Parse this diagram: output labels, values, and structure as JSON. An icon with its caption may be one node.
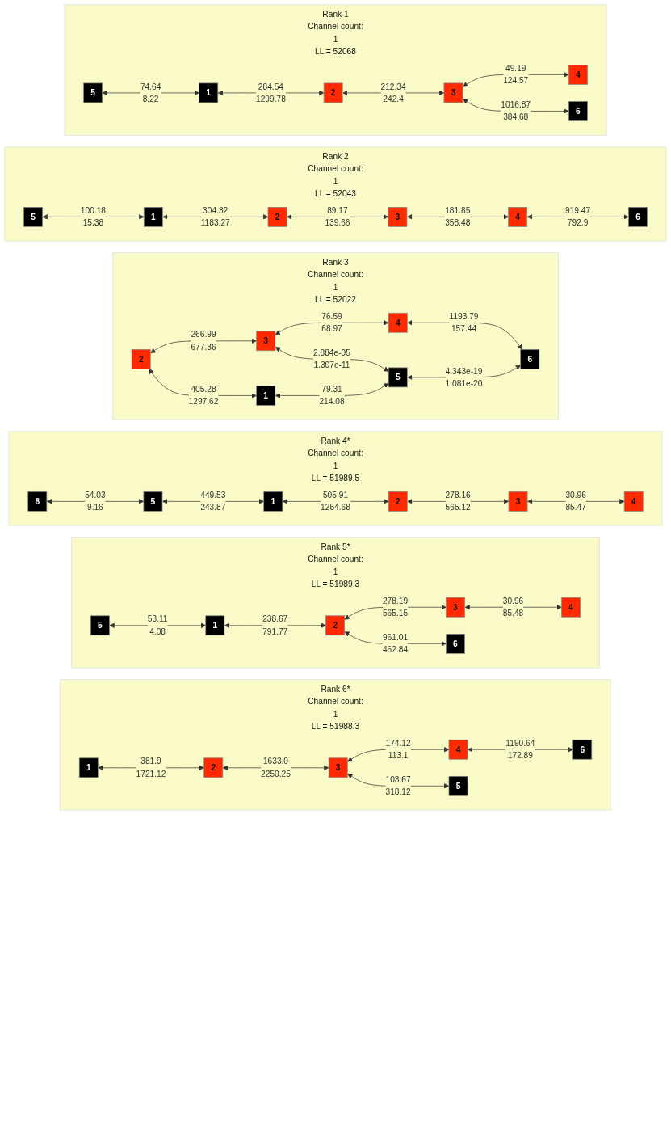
{
  "diagram": {
    "nodes": [
      {
        "text": [
          "Rank 1",
          "Channel count:",
          "1",
          "LL = 52068"
        ]
      },
      {
        "text": [
          "5"
        ],
        "in": 0
      },
      {
        "text": [
          "1"
        ],
        "in": 0
      },
      {
        "text": [
          "2"
        ],
        "in": 0
      },
      {
        "text": [
          "3"
        ],
        "in": 0
      },
      {
        "text": [
          "4"
        ],
        "in": 0
      },
      {
        "text": [
          "6"
        ],
        "in": 0
      },
      {
        "text": [
          "Rank 2",
          "Channel count:",
          "1",
          "LL = 52043"
        ]
      },
      {
        "text": [
          "5"
        ],
        "in": 7
      },
      {
        "text": [
          "1"
        ],
        "in": 7
      },
      {
        "text": [
          "2"
        ],
        "in": 7
      },
      {
        "text": [
          "3"
        ],
        "in": 7
      },
      {
        "text": [
          "4"
        ],
        "in": 7
      },
      {
        "text": [
          "6"
        ],
        "in": 7
      },
      {
        "text": [
          "Rank 3",
          "Channel count:",
          "1",
          "LL = 52022"
        ]
      },
      {
        "text": [
          "2"
        ],
        "in": 14
      },
      {
        "text": [
          "3"
        ],
        "in": 14
      },
      {
        "text": [
          "4"
        ],
        "in": 14
      },
      {
        "text": [
          "1"
        ],
        "in": 14
      },
      {
        "text": [
          "5"
        ],
        "in": 14
      },
      {
        "text": [
          "6"
        ],
        "in": 14
      },
      {
        "text": [
          "Rank 4*",
          "Channel count:",
          "1",
          "LL = 51989.5"
        ]
      },
      {
        "text": [
          "6"
        ],
        "in": 21
      },
      {
        "text": [
          "5"
        ],
        "in": 21
      },
      {
        "text": [
          "1"
        ],
        "in": 21
      },
      {
        "text": [
          "2"
        ],
        "in": 21
      },
      {
        "text": [
          "3"
        ],
        "in": 21
      },
      {
        "text": [
          "4"
        ],
        "in": 21
      },
      {
        "text": [
          "Rank 5*",
          "Channel count:",
          "1",
          "LL = 51989.3"
        ]
      },
      {
        "text": [
          "5"
        ],
        "in": 28
      },
      {
        "text": [
          "1"
        ],
        "in": 28
      },
      {
        "text": [
          "2"
        ],
        "in": 28
      },
      {
        "text": [
          "3"
        ],
        "in": 28
      },
      {
        "text": [
          "4"
        ],
        "in": 28
      },
      {
        "text": [
          "6"
        ],
        "in": 28
      },
      {
        "text": [
          "Rank 6*",
          "Channel count:",
          "1",
          "LL = 51988.3"
        ]
      },
      {
        "text": [
          "1"
        ],
        "in": 35
      },
      {
        "text": [
          "2"
        ],
        "in": 35
      },
      {
        "text": [
          "3"
        ],
        "in": 35
      },
      {
        "text": [
          "4"
        ],
        "in": 35
      },
      {
        "text": [
          "5"
        ],
        "in": 35
      },
      {
        "text": [
          "6"
        ],
        "in": 35
      }
    ],
    "edges": [
      {
        "from": 1,
        "to": 2,
        "arrow": "both",
        "label": "74.64 8.22"
      },
      {
        "from": 2,
        "to": 3,
        "arrow": "both",
        "label": "284.54 1299.78"
      },
      {
        "from": 3,
        "to": 4,
        "arrow": "both",
        "label": "212.34 242.4"
      },
      {
        "from": 4,
        "to": 5,
        "arrow": "both",
        "label": "49.19 124.57"
      },
      {
        "from": 4,
        "to": 6,
        "arrow": "both",
        "label": "1016.87 384.68"
      },
      {
        "from": 8,
        "to": 9,
        "arrow": "both",
        "label": "100.18 15.38"
      },
      {
        "from": 9,
        "to": 10,
        "arrow": "both",
        "label": "304.32 1183.27"
      },
      {
        "from": 10,
        "to": 11,
        "arrow": "both",
        "label": "89.17 139.66"
      },
      {
        "from": 11,
        "to": 12,
        "arrow": "both",
        "label": "181.85 358.48"
      },
      {
        "from": 12,
        "to": 13,
        "arrow": "both",
        "label": "919.47 792.9"
      },
      {
        "from": 15,
        "to": 16,
        "arrow": "both",
        "label": "266.99 677.36"
      },
      {
        "from": 16,
        "to": 17,
        "arrow": "both",
        "label": "76.59 68.97"
      },
      {
        "from": 15,
        "to": 18,
        "arrow": "both",
        "label": "405.28 1297.62"
      },
      {
        "from": 16,
        "to": 19,
        "arrow": "both",
        "label": "2.884e-05 1.307e-11"
      },
      {
        "from": 17,
        "to": 20,
        "arrow": "both",
        "label": "1193.79 157.44"
      },
      {
        "from": 18,
        "to": 19,
        "arrow": "both",
        "label": "79.31 214.08"
      },
      {
        "from": 19,
        "to": 20,
        "arrow": "both",
        "label": "4.343e-19 1.081e-20"
      },
      {
        "from": 22,
        "to": 23,
        "arrow": "both",
        "label": "54.03 9.16"
      },
      {
        "from": 23,
        "to": 24,
        "arrow": "both",
        "label": "449.53 243.87"
      },
      {
        "from": 24,
        "to": 25,
        "arrow": "both",
        "label": "505.91 1254.68"
      },
      {
        "from": 25,
        "to": 26,
        "arrow": "both",
        "label": "278.16 565.12"
      },
      {
        "from": 26,
        "to": 27,
        "arrow": "both",
        "label": "30.96 85.47"
      },
      {
        "from": 29,
        "to": 30,
        "arrow": "both",
        "label": "53.11 4.08"
      },
      {
        "from": 30,
        "to": 31,
        "arrow": "both",
        "label": "238.67 791.77"
      },
      {
        "from": 31,
        "to": 32,
        "arrow": "both",
        "label": "278.19 565.15"
      },
      {
        "from": 32,
        "to": 33,
        "arrow": "both",
        "label": "30.96 85.48"
      },
      {
        "from": 31,
        "to": 34,
        "arrow": "both",
        "label": "961.01 462.84"
      },
      {
        "from": 36,
        "to": 37,
        "arrow": "both",
        "label": "381.9 1721.12"
      },
      {
        "from": 37,
        "to": 38,
        "arrow": "both",
        "label": "1633.0 2250.25"
      },
      {
        "from": 38,
        "to": 39,
        "arrow": "both",
        "label": "174.12 113.1"
      },
      {
        "from": 38,
        "to": 40,
        "arrow": "both",
        "label": "103.67 318.12"
      },
      {
        "from": 39,
        "to": 41,
        "arrow": "both",
        "label": "1190.64 172.89"
      }
    ]
  }
}
